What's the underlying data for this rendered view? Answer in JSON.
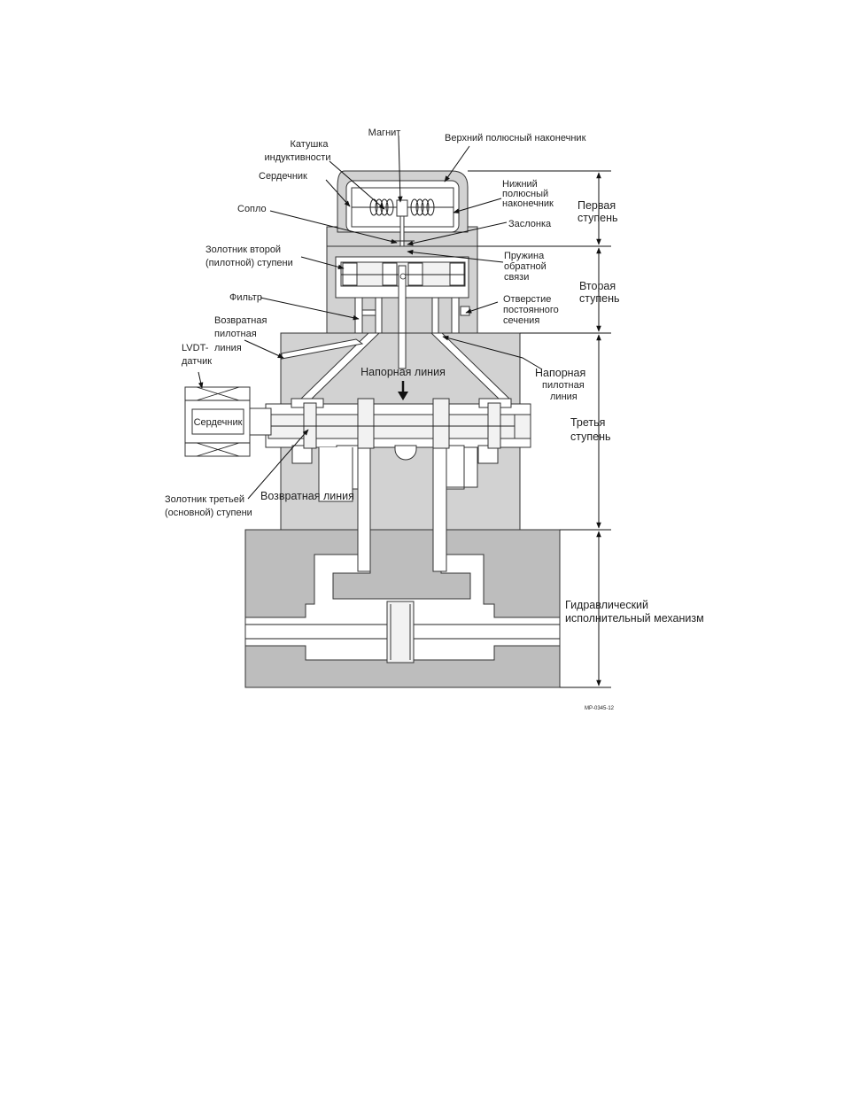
{
  "labels": {
    "magnet": "Магнит",
    "upper_pole": "Верхний полюсный наконечник",
    "coil_line1": "Катушка",
    "coil_line2": "индуктивности",
    "core_top": "Сердечник",
    "lower_pole_line1": "Нижний",
    "lower_pole_line2": "полюсный",
    "lower_pole_line3": "наконечник",
    "nozzle": "Сопло",
    "flapper": "Заслонка",
    "pilot_spool_line1": "Золотник второй",
    "pilot_spool_line2": "(пилотной) ступени",
    "feedback_spring_line1": "Пружина",
    "feedback_spring_line2": "обратной",
    "feedback_spring_line3": "связи",
    "filter": "Фильтр",
    "orifice_line1": "Отверстие",
    "orifice_line2": "постоянного",
    "orifice_line3": "сечения",
    "return_pilot_line1": "Возвратная",
    "return_pilot_line2": "пилотная",
    "return_pilot_line3": "линия",
    "lvdt_line1": "LVDT-",
    "lvdt_line2": "датчик",
    "pressure_line": "Напорная линия",
    "pressure_pilot_line1": "Напорная",
    "pressure_pilot_line2": "пилотная",
    "pressure_pilot_line3": "линия",
    "core_lvdt": "Сердечник",
    "main_spool_line1": "Золотник третьей",
    "main_spool_line2": "(основной) ступени",
    "return_line": "Возвратная линия",
    "actuator_line1": "Гидравлический",
    "actuator_line2": "исполнительный механизм",
    "figure_code": "MP-0345-12"
  },
  "stages": {
    "first_line1": "Первая",
    "first_line2": "ступень",
    "second_line1": "Вторая",
    "second_line2": "ступень",
    "third_line1": "Третья",
    "third_line2": "ступень"
  },
  "colors": {
    "body_fill": "#d2d2d2",
    "dark_fill": "#bdbdbd",
    "line": "#333333",
    "channel": "#ffffff"
  }
}
